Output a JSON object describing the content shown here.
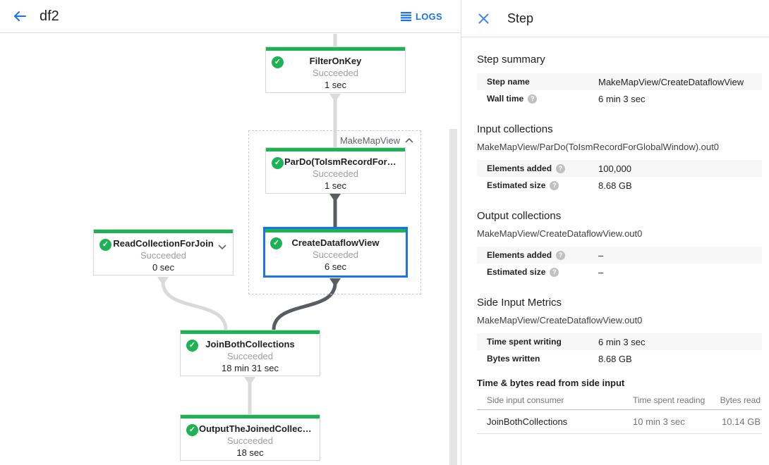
{
  "colors": {
    "success_green": "#1db254",
    "accent_blue": "#1a73e8",
    "selected_node_border": "#1a73e8",
    "edge_light": "#dadada",
    "edge_dark": "#595d61"
  },
  "header": {
    "title": "df2",
    "logs_label": "LOGS"
  },
  "graph": {
    "group_label": "MakeMapView",
    "nodes": {
      "filter": {
        "title": "FilterOnKey",
        "status": "Succeeded",
        "time": "1 sec"
      },
      "pardo": {
        "title": "ParDo(ToIsmRecordFor…",
        "status": "Succeeded",
        "time": "1 sec"
      },
      "create": {
        "title": "CreateDataflowView",
        "status": "Succeeded",
        "time": "6 sec"
      },
      "read": {
        "title": "ReadCollectionForJoin",
        "status": "Succeeded",
        "time": "0 sec"
      },
      "join": {
        "title": "JoinBothCollections",
        "status": "Succeeded",
        "time": "18 min 31 sec"
      },
      "output": {
        "title": "OutputTheJoinedCollec…",
        "status": "Succeeded",
        "time": "18 sec"
      }
    }
  },
  "step_panel": {
    "title": "Step",
    "summary": {
      "heading": "Step summary",
      "step_name_label": "Step name",
      "step_name_value": "MakeMapView/CreateDataflowView",
      "wall_time_label": "Wall time",
      "wall_time_value": "6 min 3 sec"
    },
    "input": {
      "heading": "Input collections",
      "collection": "MakeMapView/ParDo(ToIsmRecordForGlobalWindow).out0",
      "elements_label": "Elements added",
      "elements_value": "100,000",
      "size_label": "Estimated size",
      "size_value": "8.68 GB"
    },
    "output": {
      "heading": "Output collections",
      "collection": "MakeMapView/CreateDataflowView.out0",
      "elements_label": "Elements added",
      "elements_value": "–",
      "size_label": "Estimated size",
      "size_value": "–"
    },
    "side_input": {
      "heading": "Side Input Metrics",
      "collection": "MakeMapView/CreateDataflowView.out0",
      "writing_label": "Time spent writing",
      "writing_value": "6 min 3 sec",
      "bytes_label": "Bytes written",
      "bytes_value": "8.68 GB"
    },
    "side_table": {
      "heading": "Time & bytes read from side input",
      "col_consumer": "Side input consumer",
      "col_time": "Time spent reading",
      "col_bytes": "Bytes read",
      "row_consumer": "JoinBothCollections",
      "row_time": "10 min 3 sec",
      "row_bytes": "10.14 GB"
    },
    "help_glyph": "?"
  }
}
